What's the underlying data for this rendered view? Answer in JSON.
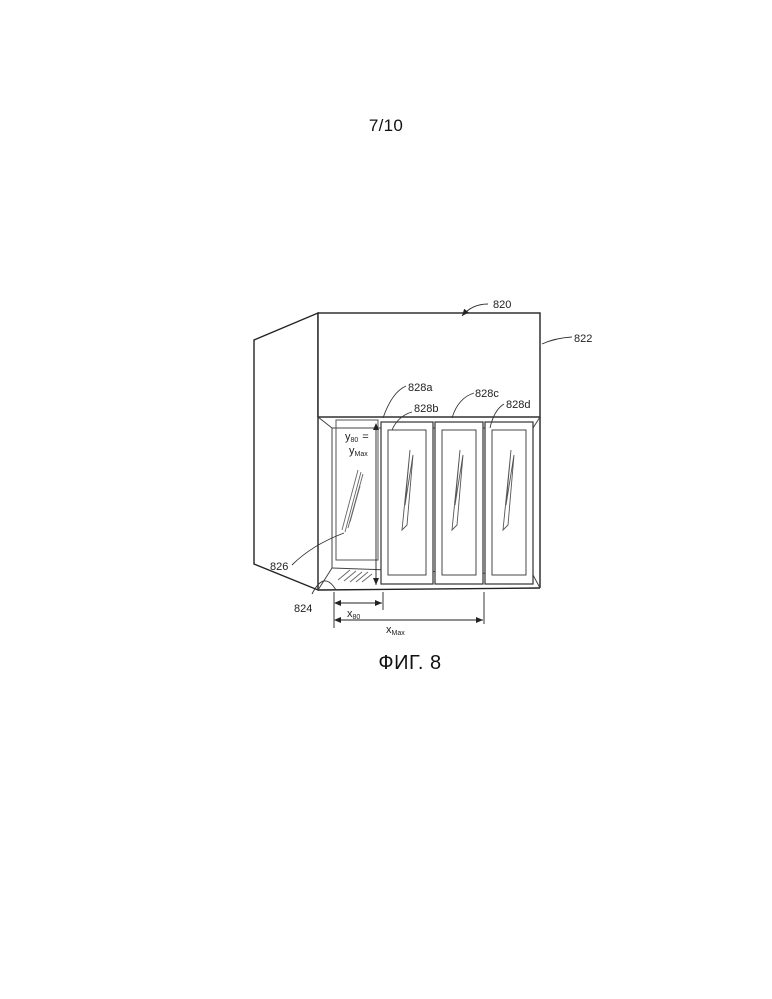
{
  "page": {
    "number": "7/10"
  },
  "figure": {
    "caption": "ФИГ. 8",
    "labels": {
      "assembly": "820",
      "cabinet": "822",
      "corner": "824",
      "side_panel": "826",
      "door_a": "828a",
      "door_b": "828b",
      "door_c": "828c",
      "door_d": "828d"
    },
    "dimensions": {
      "y_80": "y",
      "y_80_sub": "80",
      "equals": "=",
      "y_max": "y",
      "y_max_sub": "Max",
      "x_80": "x",
      "x_80_sub": "80",
      "x_max": "x",
      "x_max_sub": "Max"
    }
  }
}
